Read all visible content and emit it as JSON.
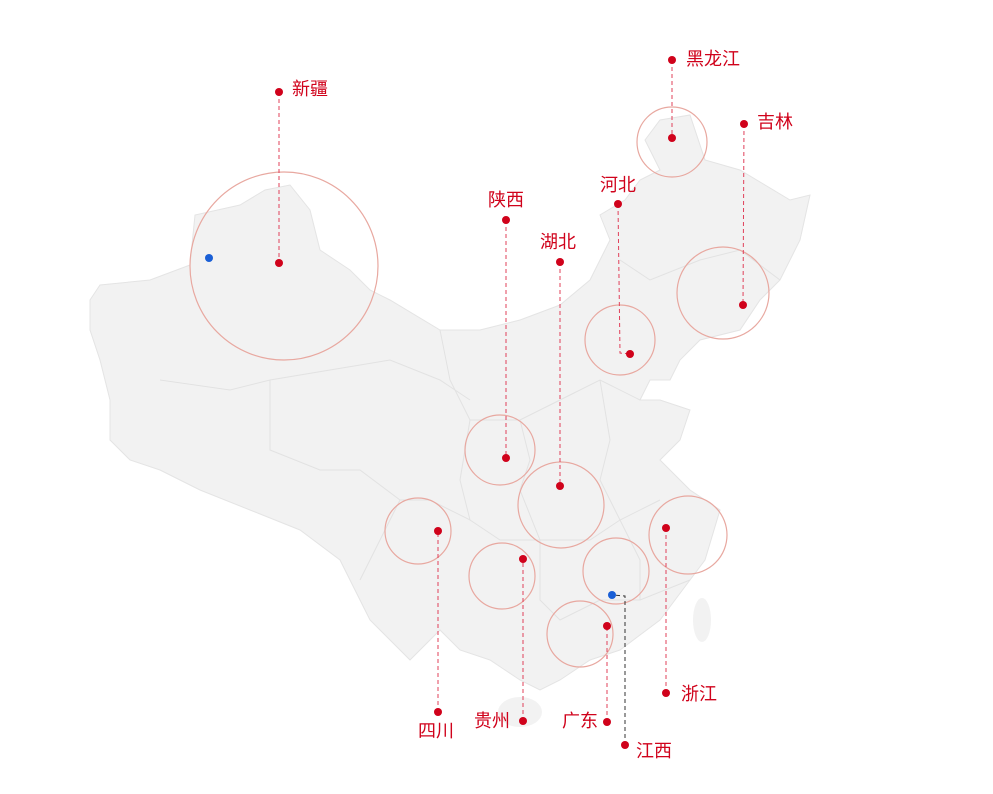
{
  "colors": {
    "accent": "#d0021b",
    "marker_alt": "#1a5fd6",
    "land": "#f2f2f2",
    "border": "#e2e2e2",
    "ring": "#e8a8a0"
  },
  "map": {
    "markers": [
      {
        "name": "新疆"
      },
      {
        "name": "黑龙江"
      },
      {
        "name": "吉林"
      },
      {
        "name": "河北"
      },
      {
        "name": "陕西"
      },
      {
        "name": "湖北"
      },
      {
        "name": "四川"
      },
      {
        "name": "贵州"
      },
      {
        "name": "广东"
      },
      {
        "name": "江西"
      },
      {
        "name": "浙江"
      }
    ]
  }
}
